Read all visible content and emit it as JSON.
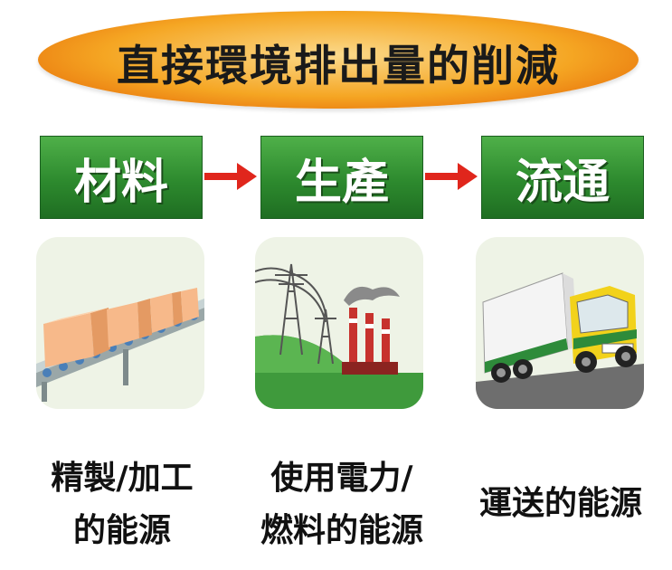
{
  "title": "直接環境排出量的削減",
  "stages": [
    {
      "label": "材料",
      "caption_line1": "精製/加工",
      "caption_line2": "的能源",
      "icon": "conveyor-boxes-icon"
    },
    {
      "label": "生產",
      "caption_line1": "使用電力/",
      "caption_line2": "燃料的能源",
      "icon": "power-plant-icon"
    },
    {
      "label": "流通",
      "caption_line1": "運送的能源",
      "caption_line2": "",
      "icon": "truck-icon"
    }
  ],
  "colors": {
    "title_oval": "#f5a623",
    "stage_green": "#2d8a2e",
    "arrow_red": "#e0261c",
    "tile_bg": "#eef3e6"
  }
}
